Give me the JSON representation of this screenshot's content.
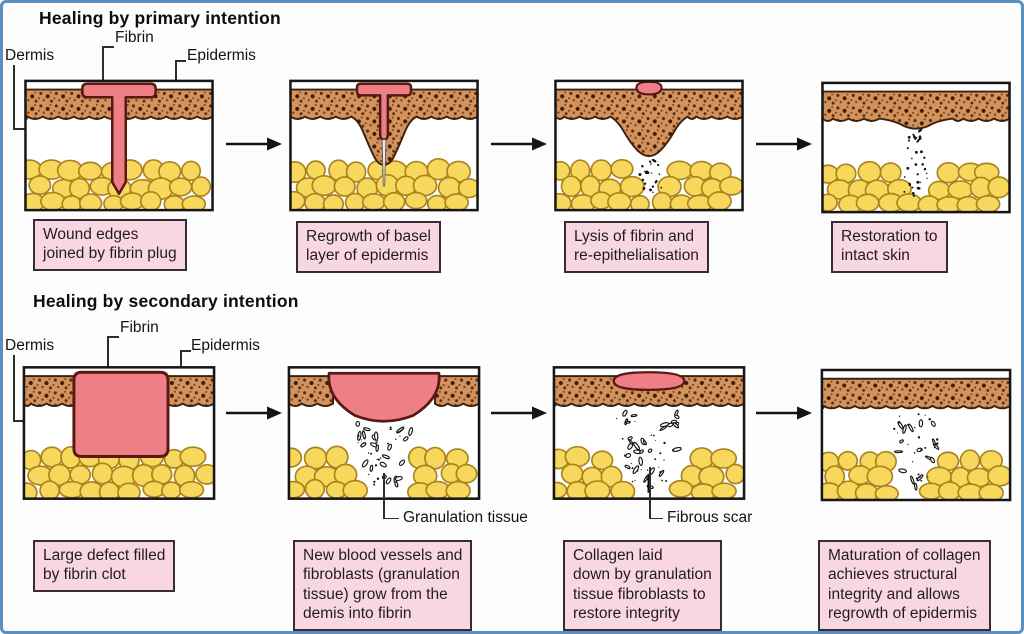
{
  "figure": {
    "rows": [
      {
        "title": "Healing by primary intention",
        "labels": {
          "dermis": "Dermis",
          "fibrin": "Fibrin",
          "epidermis": "Epidermis"
        },
        "panels": [
          {
            "variant": "fibrin-plug",
            "caption": "Wound edges\njoined by fibrin plug"
          },
          {
            "variant": "basal-regrowth",
            "caption": "Regrowth of basel\nlayer of epidermis"
          },
          {
            "variant": "fibrin-lysis",
            "caption": "Lysis of fibrin and\nre-epithelialisation"
          },
          {
            "variant": "restored",
            "caption": "Restoration to\nintact skin"
          }
        ]
      },
      {
        "title": "Healing by secondary intention",
        "labels": {
          "dermis": "Dermis",
          "fibrin": "Fibrin",
          "epidermis": "Epidermis"
        },
        "annotations": {
          "granulation_tissue": "Granulation tissue",
          "fibrous_scar": "Fibrous scar"
        },
        "panels": [
          {
            "variant": "large-clot",
            "caption": "Large defect filled\nby fibrin clot"
          },
          {
            "variant": "granulation",
            "caption": "New blood vessels and\nfibroblasts (granulation\ntissue) grow from the\ndemis into fibrin"
          },
          {
            "variant": "collagen",
            "caption": "Collagen laid\ndown by granulation\ntissue fibroblasts to\nrestore integrity"
          },
          {
            "variant": "maturation",
            "caption": "Maturation of collagen\nachieves structural\nintegrity and allows\nregrowth of epidermis"
          }
        ]
      }
    ],
    "colors": {
      "fibrin_pink": "#ee7f87",
      "caption_pink": "#f8d7e3",
      "epidermis_tan": "#d2935f",
      "fat_yellow": "#f7d75c",
      "border_blue": "#5d8fbe",
      "outline_dark": "#1a1a1a"
    }
  }
}
